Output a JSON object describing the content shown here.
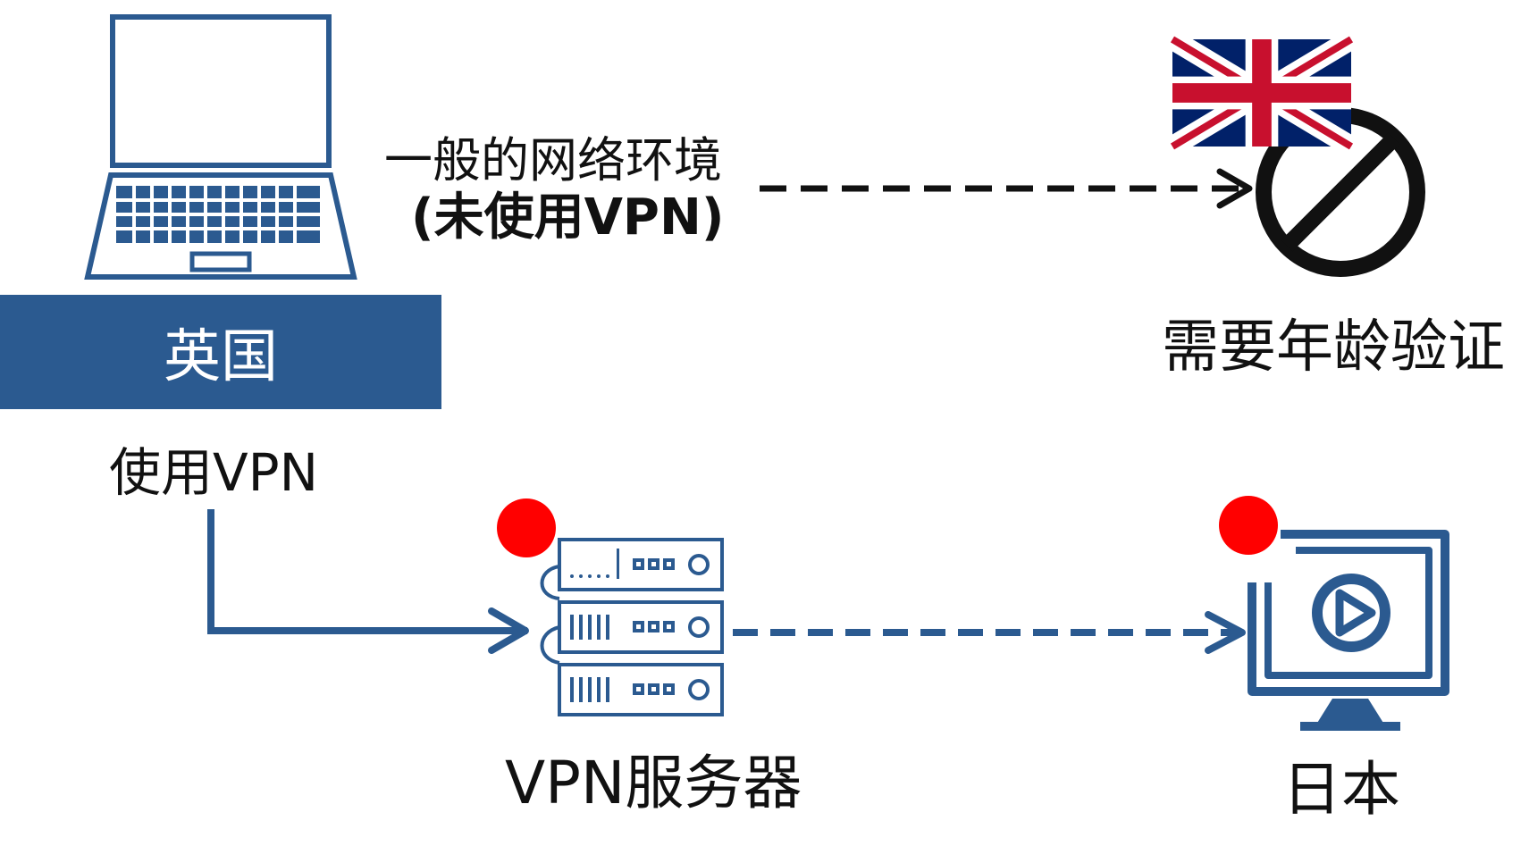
{
  "direct_path": {
    "line1": "一般的网络环境",
    "line2": "(未使用VPN)"
  },
  "origin": {
    "country": "英国",
    "device_icon": "laptop-icon"
  },
  "vpn_path": {
    "label": "使用VPN",
    "server_label": "VPN服务器",
    "server_icon": "server-rack-icon",
    "destination_label": "日本",
    "destination_icon": "video-monitor-icon"
  },
  "blocked": {
    "label": "需要年龄验证",
    "icons": [
      "uk-flag-icon",
      "prohibited-icon"
    ]
  },
  "colors": {
    "accent": "#2b5a90",
    "marker_red": "#ff0000",
    "black": "#111111"
  }
}
